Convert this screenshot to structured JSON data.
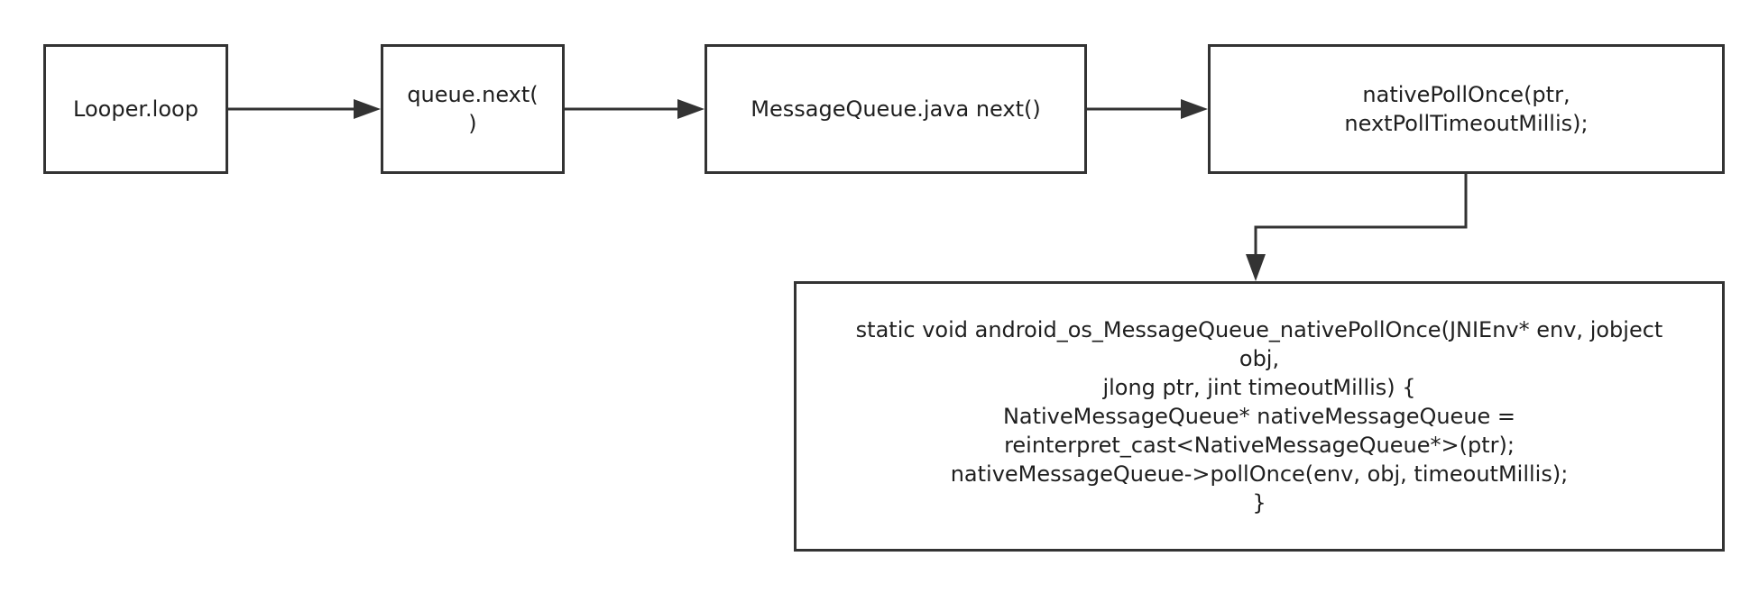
{
  "diagram": {
    "nodes": {
      "looper": {
        "label": "Looper.loop"
      },
      "queue_next": {
        "label": "queue.next(\n)"
      },
      "mq_next": {
        "label": "MessageQueue.java next()"
      },
      "native_poll_once": {
        "label": "nativePollOnce(ptr,\nnextPollTimeoutMillis);"
      },
      "native_impl": {
        "label": "static void android_os_MessageQueue_nativePollOnce(JNIEnv* env, jobject\nobj,\njlong ptr, jint timeoutMillis) {\nNativeMessageQueue* nativeMessageQueue =\nreinterpret_cast<NativeMessageQueue*>(ptr);\nnativeMessageQueue->pollOnce(env, obj, timeoutMillis);\n}"
      }
    },
    "edges": [
      {
        "from": "looper",
        "to": "queue_next"
      },
      {
        "from": "queue_next",
        "to": "mq_next"
      },
      {
        "from": "mq_next",
        "to": "native_poll_once"
      },
      {
        "from": "native_poll_once",
        "to": "native_impl"
      }
    ],
    "colors": {
      "stroke": "#333333",
      "text": "#1f1f1f",
      "background": "#ffffff"
    }
  }
}
